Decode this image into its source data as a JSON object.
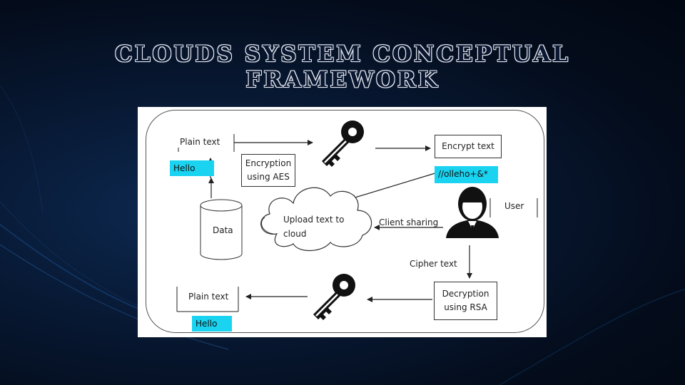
{
  "title": {
    "line1": "CLOUDS SYSTEM CONCEPTUAL",
    "line2": "FRAMEWORK"
  },
  "diagram": {
    "plain_text_top": "Plain text",
    "hello_top": "Hello",
    "encryption_line1": "Encryption",
    "encryption_line2": "using AES",
    "encrypt_text": "Encrypt text",
    "cipher_value": "//olleho+&*",
    "data": "Data",
    "cloud_line1": "Upload text to",
    "cloud_line2": "cloud",
    "client_sharing": "Client sharing",
    "user": "User",
    "cipher_text": "Cipher text",
    "decryption_line1": "Decryption",
    "decryption_line2": "using RSA",
    "plain_text_bottom": "Plain text",
    "hello_bottom": "Hello"
  },
  "colors": {
    "highlight": "#1ad3f0",
    "background": "#040d1d"
  }
}
